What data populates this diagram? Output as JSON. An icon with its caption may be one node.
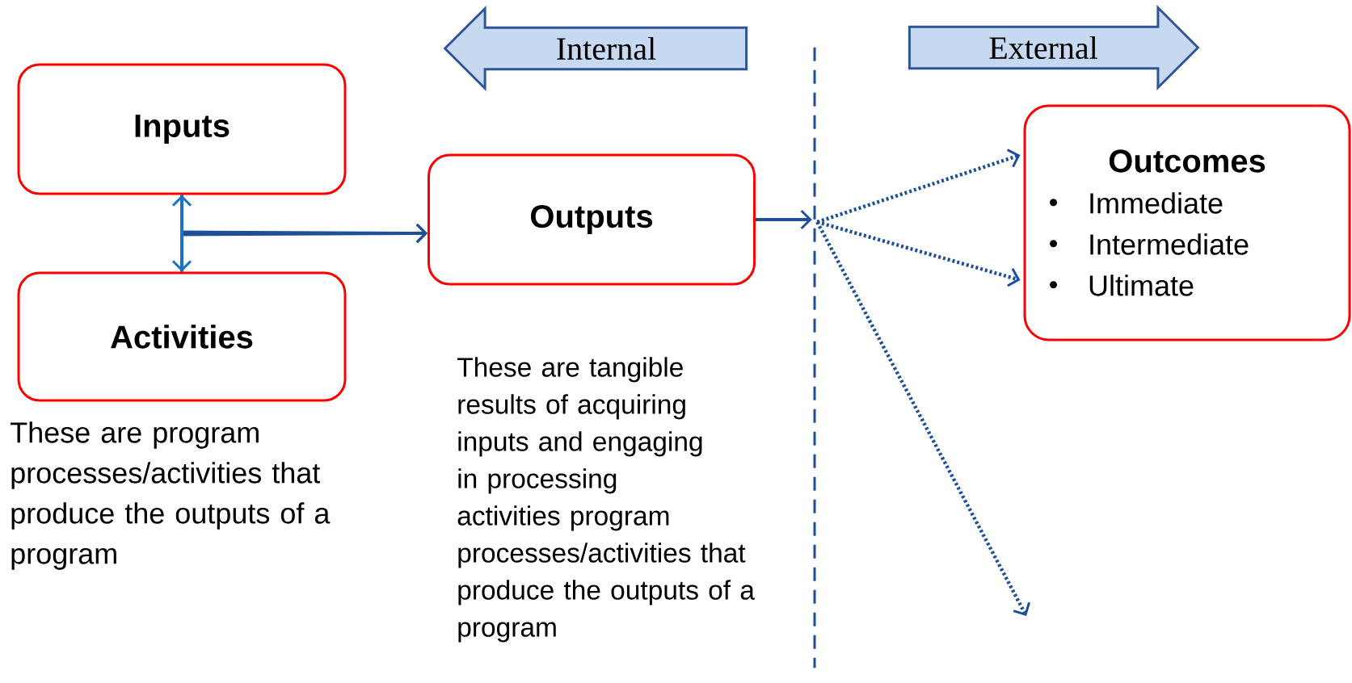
{
  "diagram": {
    "nodes": [
      {
        "text": [
          "Inputs"
        ]
      },
      {
        "text": [
          "Activities"
        ],
        "beside": [
          "These are program processes/activities that produce the outputs of a program"
        ]
      },
      {
        "text": [
          "Outputs"
        ],
        "beside": [
          "These are tangible results of acquiring inputs and engaging in processing activities program processes/activities that produce the outputs of a program"
        ]
      },
      {
        "text": [
          "Internal"
        ]
      },
      {
        "text": [
          "External"
        ]
      },
      {
        "text": [],
        "shape": "line"
      },
      {
        "text": [
          "Outcomes",
          "Immediate",
          "Intermediate",
          "Ultimate"
        ]
      }
    ],
    "edges": [
      {
        "from": 0,
        "to": 1,
        "arrow": "both",
        "color": "#1a73c8"
      },
      {
        "from": 0,
        "to": 2,
        "arrow": "to"
      },
      {
        "from": 1,
        "to": 2,
        "arrow": "to"
      },
      {
        "from": 2,
        "to": 5,
        "arrow": "to"
      },
      {
        "from": 5,
        "to": 6,
        "arrow": "to",
        "style": "dashed"
      },
      {
        "from": 5,
        "to": 6,
        "arrow": "to",
        "style": "dashed"
      },
      {
        "from": 5,
        "to": null,
        "arrow": "to",
        "style": "dashed"
      }
    ]
  }
}
